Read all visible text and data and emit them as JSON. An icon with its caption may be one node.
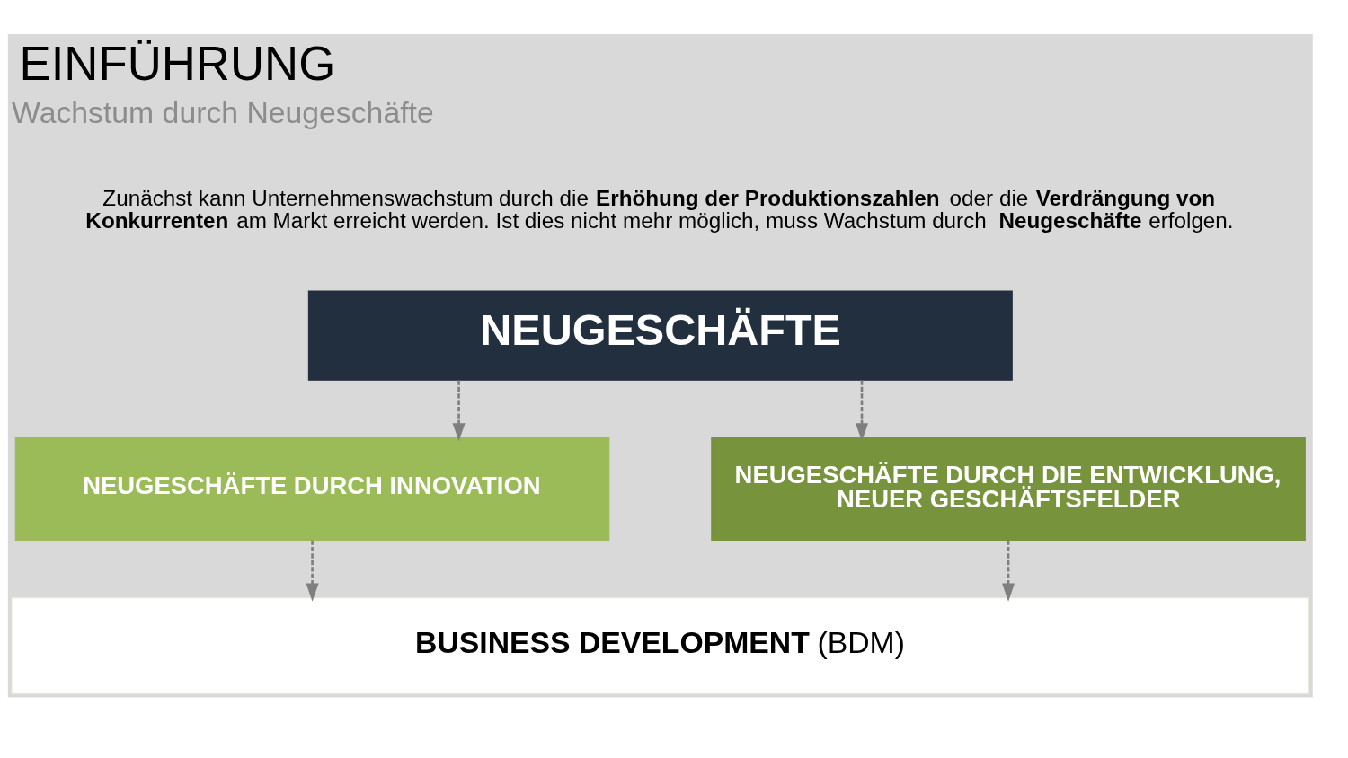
{
  "diagram": {
    "title": "EINFÜHRUNG",
    "nodes": [
      {
        "text": [
          "NEUGESCHÄFTE"
        ]
      },
      {
        "text": [
          "NEUGESCHÄFTE DURCH INNOVATION"
        ]
      },
      {
        "text": [
          "NEUGESCHÄFTE DURCH DIE ENTWICKLUNG, NEUER GESCHÄFTSFELDER"
        ]
      },
      {
        "text": [
          "**BUSINESS DEVELOPMENT** (BDM)"
        ]
      }
    ],
    "edges": [
      {
        "from": 0,
        "to": 1,
        "arrow": "to",
        "style": "dashed"
      },
      {
        "from": 0,
        "to": 2,
        "arrow": "to",
        "style": "dashed"
      },
      {
        "from": 1,
        "to": 3,
        "arrow": "to",
        "style": "dashed"
      },
      {
        "from": 2,
        "to": 3,
        "arrow": "to",
        "style": "dashed"
      }
    ],
    "labels": [
      "Wachstum durch Neugeschäfte",
      "Zunächst kann Unternehmenswachstum durch die **Erhöhung der Produktionszahlen** oder die **Verdrängung von Konkurrenten** am Markt erreicht werden. Ist dies nicht mehr möglich, muss Wachstum durch **Neugeschäfte** erfolgen."
    ]
  }
}
